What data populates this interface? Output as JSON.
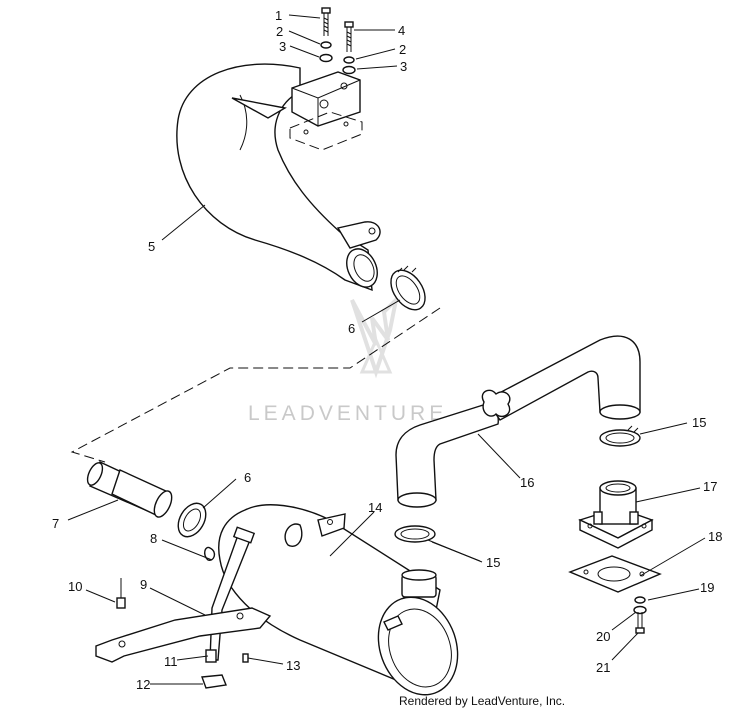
{
  "watermark": "LEADVENTURE",
  "credit": "Rendered by LeadVenture, Inc.",
  "callouts": [
    "1",
    "2",
    "3",
    "4",
    "2",
    "3",
    "5",
    "6",
    "6",
    "7",
    "8",
    "9",
    "10",
    "11",
    "12",
    "13",
    "14",
    "15",
    "15",
    "16",
    "17",
    "18",
    "19",
    "20",
    "21"
  ]
}
